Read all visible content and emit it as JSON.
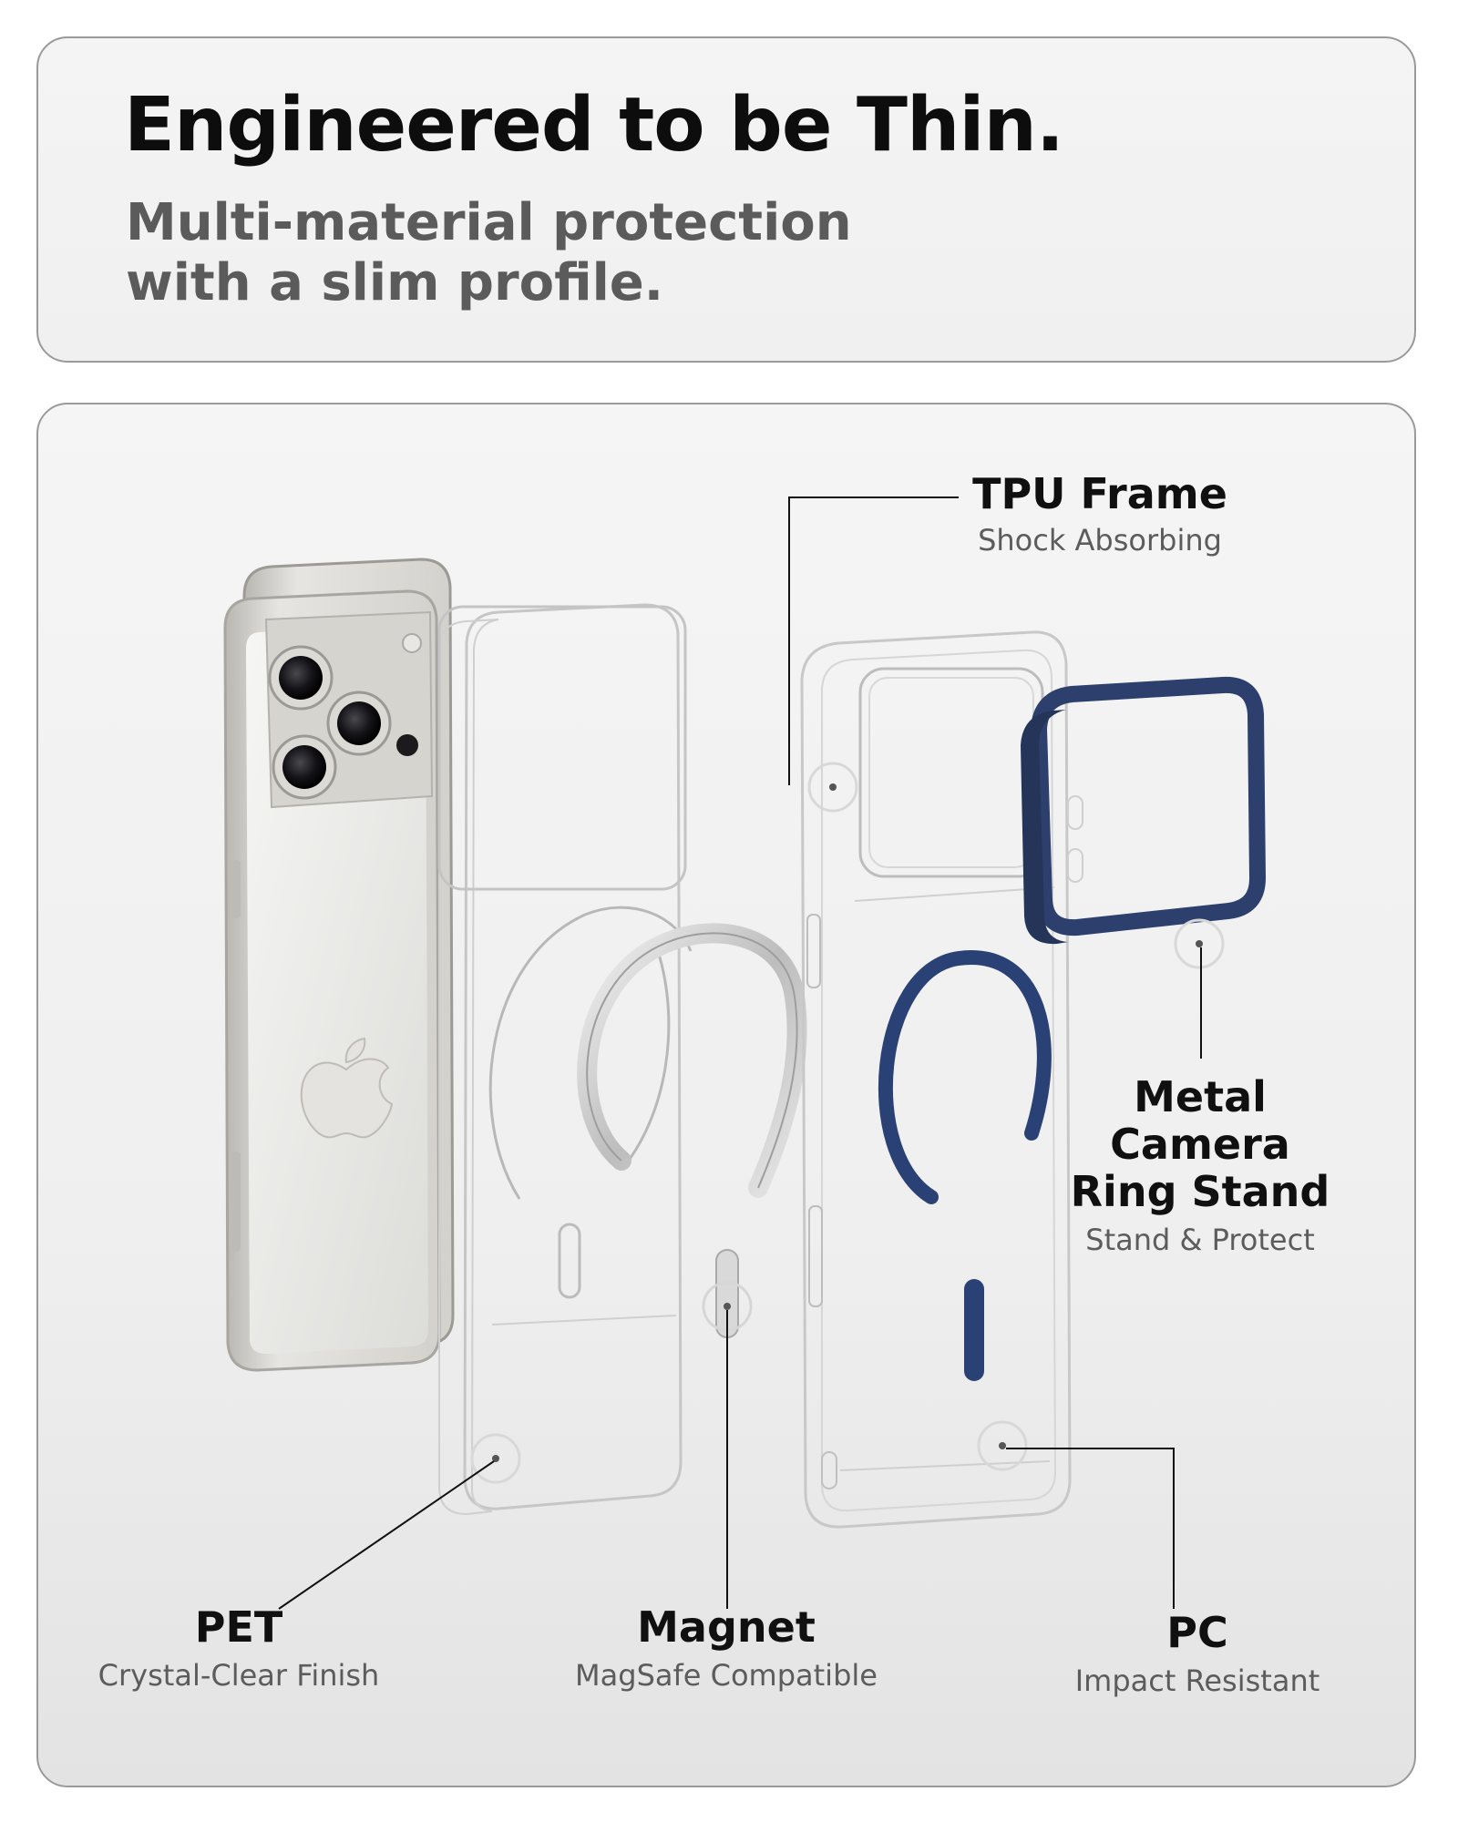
{
  "header": {
    "headline": "Engineered to be Thin.",
    "subline_1": "Multi-material protection",
    "subline_2": "with a slim profile."
  },
  "callouts": {
    "tpu": {
      "title": "TPU Frame",
      "subtitle": "Shock Absorbing"
    },
    "ring": {
      "title_1": "Metal Camera",
      "title_2": "Ring Stand",
      "subtitle": "Stand & Protect"
    },
    "pet": {
      "title": "PET",
      "subtitle": "Crystal-Clear Finish"
    },
    "magnet": {
      "title": "Magnet",
      "subtitle": "MagSafe Compatible"
    },
    "pc": {
      "title": "PC",
      "subtitle": "Impact Resistant"
    }
  },
  "colors": {
    "ring_stand": "#2c3f6d",
    "magsafe_ring": "#2a4175",
    "phone_titanium": "#c9c7c2"
  },
  "icons": [
    "phone-image",
    "pet-layer",
    "magnet-ring",
    "tpu-pc-case",
    "camera-ring-stand",
    "apple-logo-icon"
  ]
}
